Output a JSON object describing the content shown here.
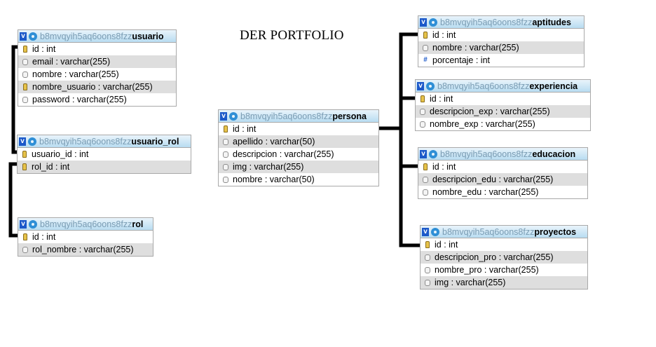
{
  "title": "DER PORTFOLIO",
  "db_prefix": "b8mvqyih5aq6oons8fzz",
  "tables": {
    "usuario": {
      "name": "usuario",
      "rows": [
        {
          "text": "id : int",
          "icon": "key-icon"
        },
        {
          "text": "email : varchar(255)",
          "icon": "column-icon"
        },
        {
          "text": "nombre : varchar(255)",
          "icon": "column-icon"
        },
        {
          "text": "nombre_usuario : varchar(255)",
          "icon": "key-icon"
        },
        {
          "text": "password : varchar(255)",
          "icon": "column-icon"
        }
      ]
    },
    "usuario_rol": {
      "name": "usuario_rol",
      "rows": [
        {
          "text": "usuario_id : int",
          "icon": "key-icon"
        },
        {
          "text": "rol_id : int",
          "icon": "key-icon"
        }
      ]
    },
    "rol": {
      "name": "rol",
      "rows": [
        {
          "text": "id : int",
          "icon": "key-icon"
        },
        {
          "text": "rol_nombre : varchar(255)",
          "icon": "column-icon"
        }
      ]
    },
    "persona": {
      "name": "persona",
      "rows": [
        {
          "text": "id : int",
          "icon": "key-icon"
        },
        {
          "text": "apellido : varchar(50)",
          "icon": "column-icon"
        },
        {
          "text": "descripcion : varchar(255)",
          "icon": "column-icon"
        },
        {
          "text": "img : varchar(255)",
          "icon": "column-icon"
        },
        {
          "text": "nombre : varchar(50)",
          "icon": "column-icon"
        }
      ]
    },
    "aptitudes": {
      "name": "aptitudes",
      "rows": [
        {
          "text": "id : int",
          "icon": "key-icon"
        },
        {
          "text": "nombre : varchar(255)",
          "icon": "column-icon"
        },
        {
          "text": "porcentaje : int",
          "icon": "numeric-icon"
        }
      ]
    },
    "experiencia": {
      "name": "experiencia",
      "rows": [
        {
          "text": "id : int",
          "icon": "key-icon"
        },
        {
          "text": "descripcion_exp : varchar(255)",
          "icon": "column-icon"
        },
        {
          "text": "nombre_exp : varchar(255)",
          "icon": "column-icon"
        }
      ]
    },
    "educacion": {
      "name": "educacion",
      "rows": [
        {
          "text": "id : int",
          "icon": "key-icon"
        },
        {
          "text": "descripcion_edu : varchar(255)",
          "icon": "column-icon"
        },
        {
          "text": "nombre_edu : varchar(255)",
          "icon": "column-icon"
        }
      ]
    },
    "proyectos": {
      "name": "proyectos",
      "rows": [
        {
          "text": "id : int",
          "icon": "key-icon"
        },
        {
          "text": "descripcion_pro : varchar(255)",
          "icon": "column-icon"
        },
        {
          "text": "nombre_pro : varchar(255)",
          "icon": "column-icon"
        },
        {
          "text": "img : varchar(255)",
          "icon": "column-icon"
        }
      ]
    }
  },
  "colors": {
    "header_badge": "#1c59c9",
    "db_prefix_text": "#7a9cb3",
    "relation_line": "#000000",
    "alt_row": "#dedede"
  }
}
